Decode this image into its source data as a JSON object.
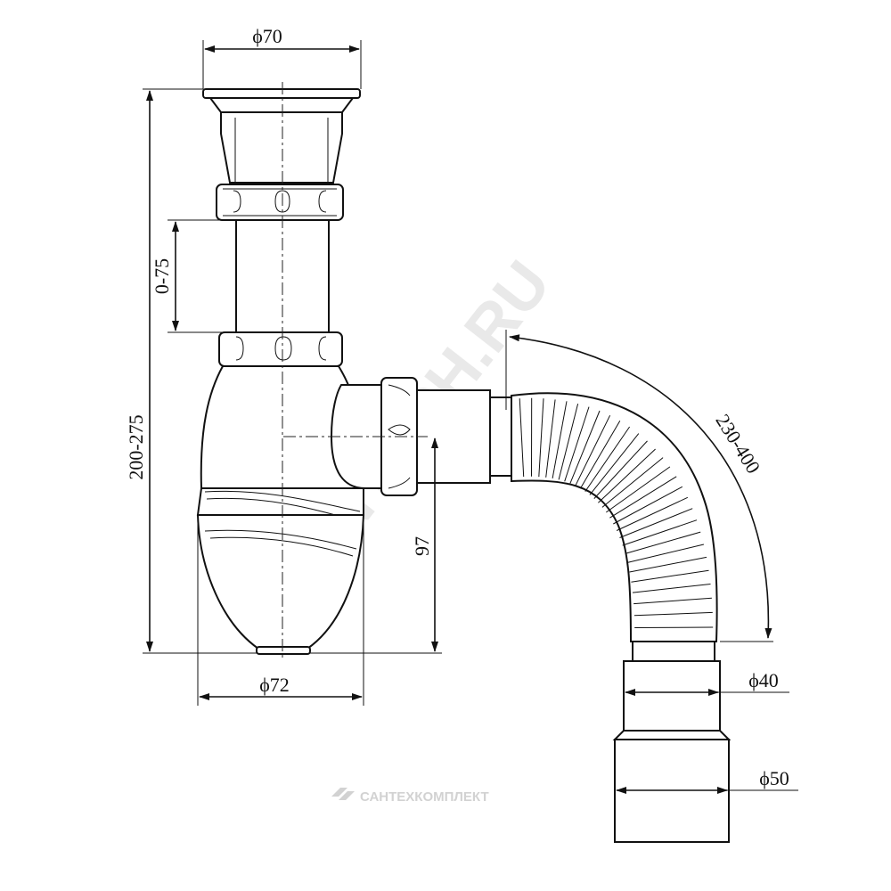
{
  "dimensions": {
    "cup_diameter": "ϕ70",
    "bottle_diameter": "ϕ72",
    "overall_height": "200-275",
    "extension": "0-75",
    "outlet_height": "97",
    "hose_length": "230-400",
    "outlet_diameter_small": "ϕ40",
    "outlet_diameter_large": "ϕ50"
  },
  "watermarks": {
    "diagonal": "SANTECH.RU",
    "footer": "САНТЕХКОМПЛЕКТ"
  }
}
